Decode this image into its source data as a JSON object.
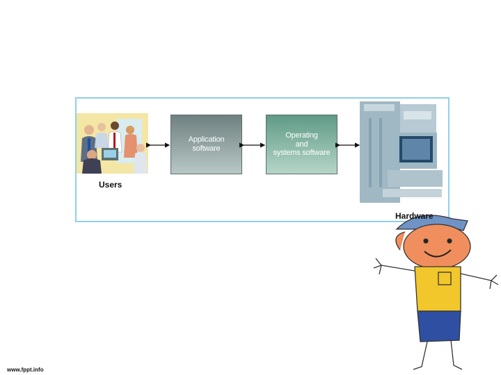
{
  "diagram": {
    "nodes": {
      "users": {
        "label": "Users"
      },
      "application": {
        "label": "Application\nsoftware"
      },
      "os": {
        "label": "Operating\nand\nsystems software"
      },
      "hardware": {
        "label": "Hardware"
      }
    },
    "edges": [
      {
        "from": "users",
        "to": "application",
        "style": "bidirectional"
      },
      {
        "from": "application",
        "to": "os",
        "style": "bidirectional"
      },
      {
        "from": "os",
        "to": "hardware",
        "style": "bidirectional"
      }
    ]
  },
  "footer": {
    "site": "www.fppt.info"
  },
  "colors": {
    "frame_border": "#8fd0ec",
    "application_box": "#8a9b9a",
    "os_box": "#7fb3a2"
  }
}
